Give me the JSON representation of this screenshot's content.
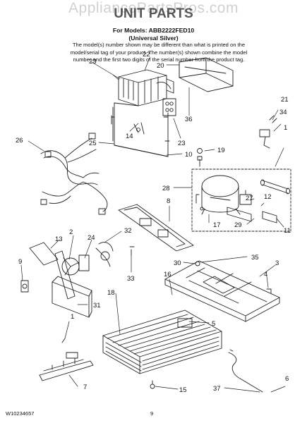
{
  "watermark": "AppliancePartsPros.com",
  "title": "UNIT PARTS",
  "models_line": "For Models: ABB2222FED10",
  "color_line": "(Universal Silver)",
  "note": "The model(s) number shown may be different than what is printed on the model/serial tag of your product. The number(s) shown combine the model number and the first two digits of the serial number from the product tag.",
  "callouts": [
    "22",
    "23",
    "20",
    "36",
    "14",
    "23",
    "25",
    "10",
    "21",
    "34",
    "1",
    "26",
    "19",
    "28",
    "8",
    "27",
    "12",
    "17",
    "29",
    "11",
    "13",
    "2",
    "24",
    "32",
    "9",
    "35",
    "30",
    "3",
    "16",
    "4",
    "33",
    "31",
    "18",
    "5",
    "1",
    "15",
    "7",
    "6",
    "37"
  ],
  "footer": {
    "doc_number": "W10234657",
    "page": "9"
  }
}
